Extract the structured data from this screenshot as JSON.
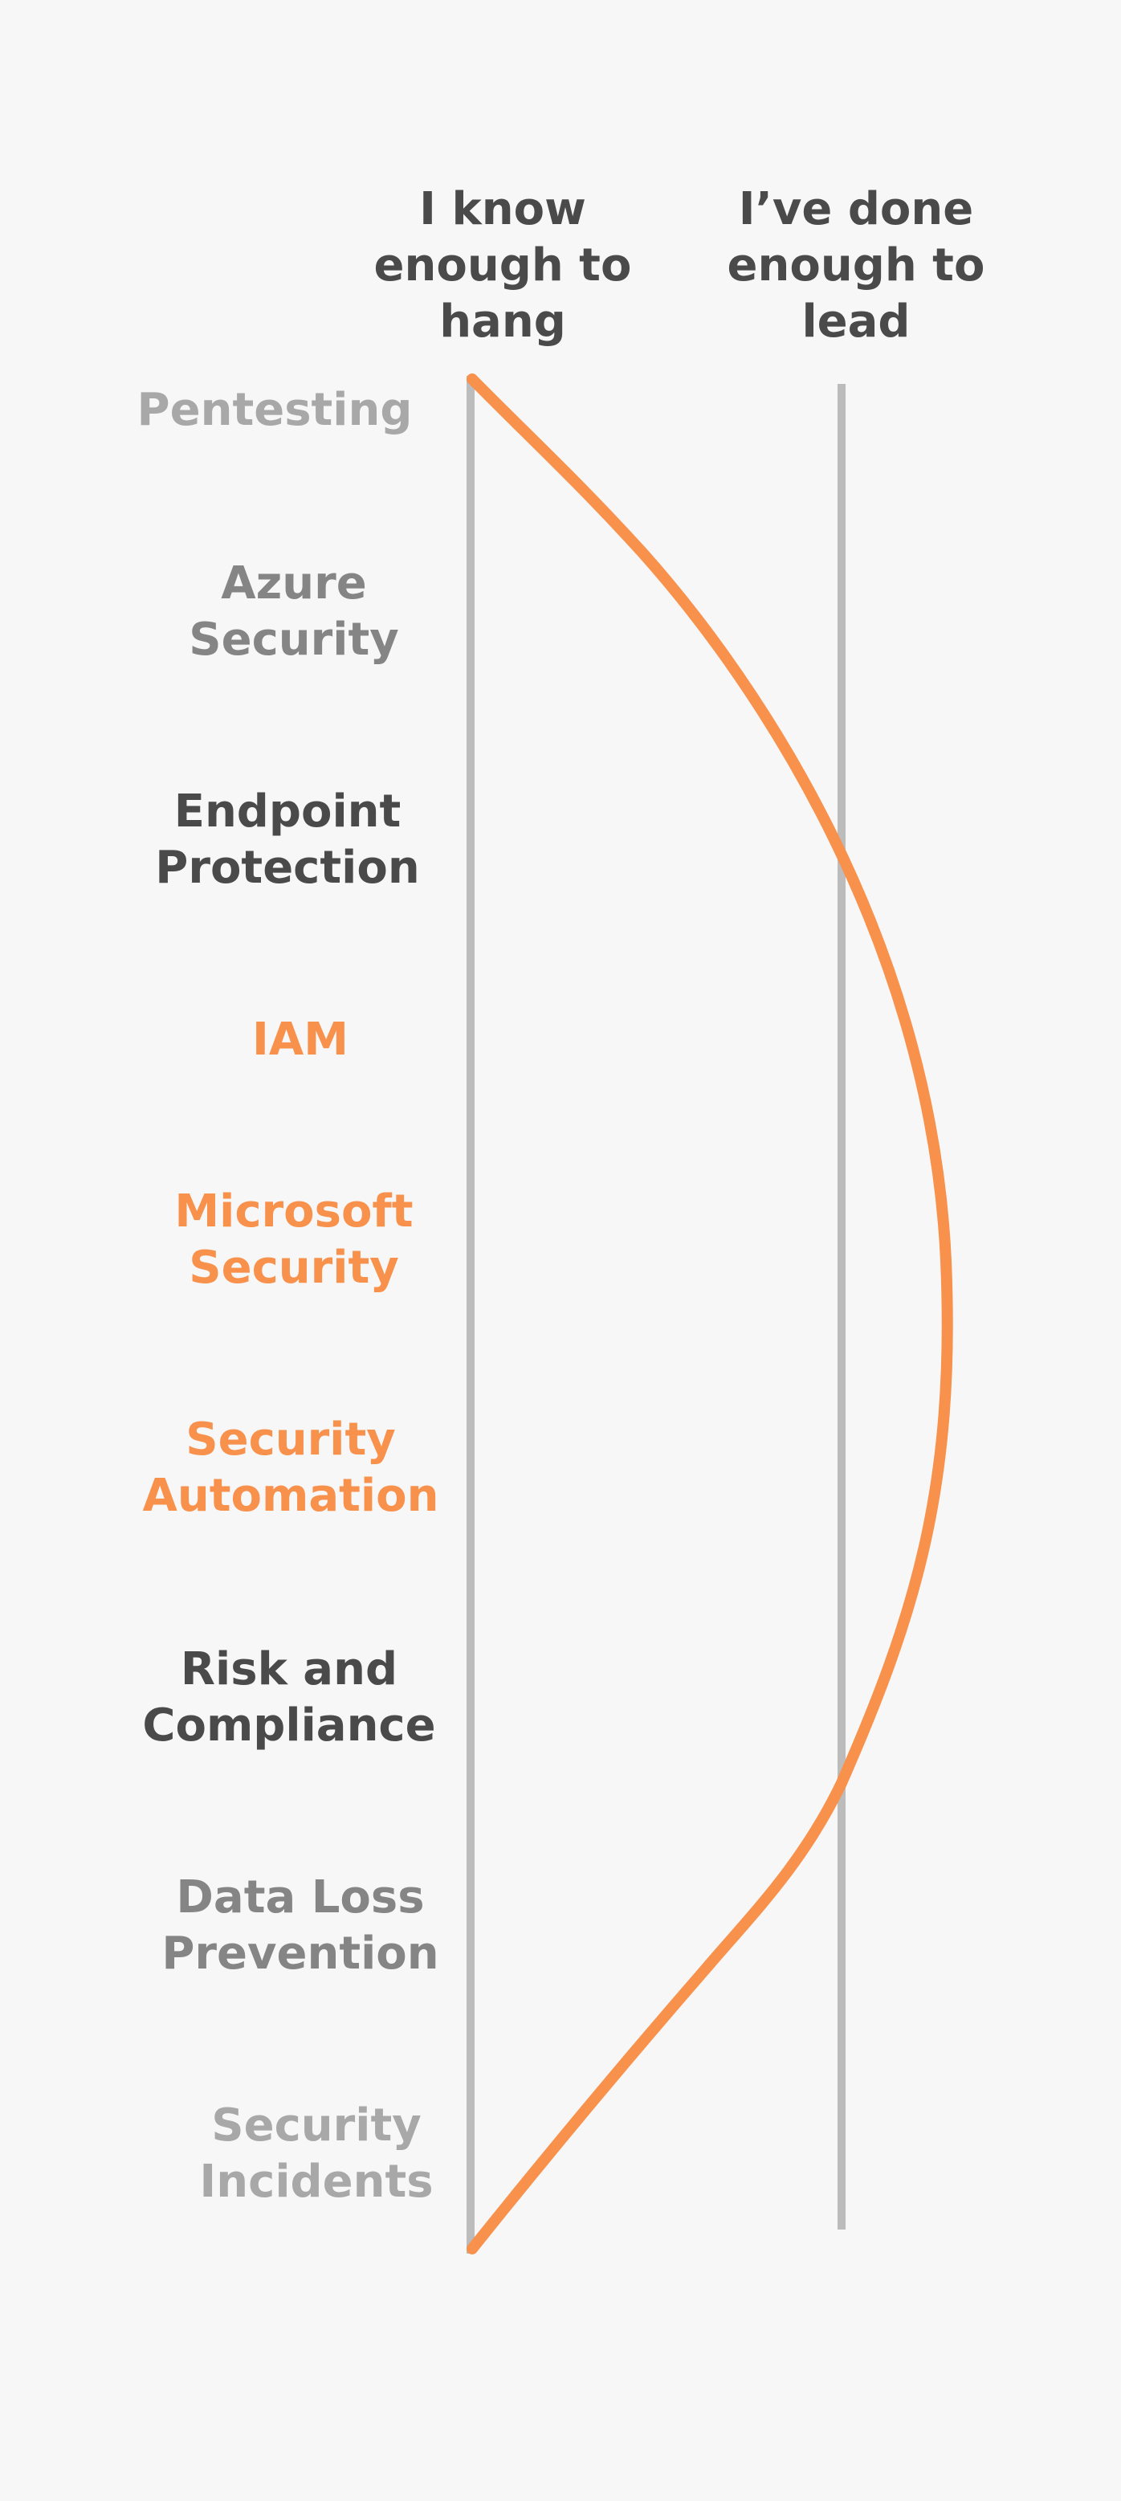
{
  "columns": {
    "left": "I know\nenough to\nhang",
    "right": "I’ve done\nenough to\nlead"
  },
  "topics": [
    {
      "label": "Pentesting",
      "color": "#a8a8a8"
    },
    {
      "label": "Azure\nSecurity",
      "color": "#858585"
    },
    {
      "label": "Endpoint\nProtection",
      "color": "#4a4a4a"
    },
    {
      "label": "IAM",
      "color": "#f7914c"
    },
    {
      "label": "Microsoft\nSecurity",
      "color": "#f7914c"
    },
    {
      "label": "Security\nAutomation",
      "color": "#f7914c"
    },
    {
      "label": "Risk and\nCompliance",
      "color": "#4a4a4a"
    },
    {
      "label": "Data Loss\nPrevention",
      "color": "#858585"
    },
    {
      "label": "Security\nIncidents",
      "color": "#a8a8a8"
    }
  ],
  "colors": {
    "background": "#f7f7f7",
    "axis_line": "#bcbcbc",
    "curve": "#f7914c",
    "header_text": "#4a4a4a"
  }
}
